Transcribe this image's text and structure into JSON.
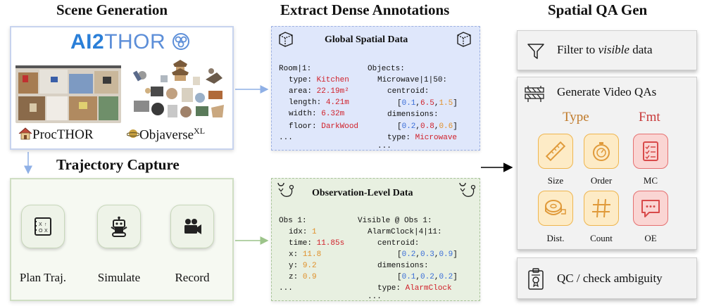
{
  "titles": {
    "scene_generation": "Scene Generation",
    "extract": "Extract Dense Annotations",
    "qa_gen": "Spatial QA Gen",
    "trajectory": "Trajectory Capture"
  },
  "scene": {
    "logo": "AI2THOR",
    "logo_part_a": "AI2",
    "logo_part_b": "THOR",
    "procthor_label": "ProcTHOR",
    "objaverse_label": "Objaverse",
    "objaverse_sup": "XL"
  },
  "trajectory": {
    "tiles": [
      {
        "label": "Plan Traj.",
        "icon": "plan-trajectory-icon"
      },
      {
        "label": "Simulate",
        "icon": "robot-icon"
      },
      {
        "label": "Record",
        "icon": "video-camera-icon"
      }
    ]
  },
  "global": {
    "title": "Global Spatial Data",
    "icon": "cube-icon",
    "room_header": "Room|1:",
    "room": [
      {
        "key": "type: ",
        "value": "Kitchen"
      },
      {
        "key": "area: ",
        "value": "22.19m²"
      },
      {
        "key": "length: ",
        "value": "4.21m"
      },
      {
        "key": "width: ",
        "value": "6.32m"
      },
      {
        "key": "floor: ",
        "value": "DarkWood"
      }
    ],
    "room_more": "...",
    "objects_header": "Objects:",
    "object_name": "Microwave|1|50:",
    "centroid_key": "centroid:",
    "centroid": [
      "0.1",
      "6.5",
      "1.5"
    ],
    "dimensions_key": "dimensions:",
    "dimensions": [
      "0.2",
      "0.8",
      "0.6"
    ],
    "type_key": "type: ",
    "type_value": "Microwave",
    "objects_more": "..."
  },
  "observation": {
    "title": "Observation-Level Data",
    "icon": "route-pin-icon",
    "obs_header": "Obs 1:",
    "fields": [
      {
        "key": "idx: ",
        "value": "1"
      },
      {
        "key": "time: ",
        "value": "11.85s"
      },
      {
        "key": "x: ",
        "value": "11.8"
      },
      {
        "key": "y: ",
        "value": "9.2"
      },
      {
        "key": "z: ",
        "value": "0.9"
      }
    ],
    "obs_more": "...",
    "visible_header": "Visible @ Obs 1:",
    "object_name": "AlarmClock|4|11:",
    "centroid_key": "centroid:",
    "centroid": [
      "0.2",
      "0.3",
      "0.9"
    ],
    "dimensions_key": "dimensions:",
    "dimensions": [
      "0.1",
      "0.2",
      "0.2"
    ],
    "type_key": "type: ",
    "type_value": "AlarmClock",
    "visible_more": "..."
  },
  "qa": {
    "filter_label_pre": "Filter to ",
    "filter_label_em": "visible",
    "filter_label_post": " data",
    "generate_label": "Generate Video QAs",
    "type_header": "Type",
    "fmt_header": "Fmt",
    "types": [
      {
        "label": "Size",
        "icon": "ruler-icon"
      },
      {
        "label": "Order",
        "icon": "stopwatch-icon"
      },
      {
        "label": "Dist.",
        "icon": "tape-measure-icon"
      },
      {
        "label": "Count",
        "icon": "hash-icon"
      }
    ],
    "formats": [
      {
        "label": "MC",
        "icon": "checklist-icon"
      },
      {
        "label": "OE",
        "icon": "chat-bubble-icon"
      }
    ],
    "qc_label": "QC / check ambiguity"
  },
  "colors": {
    "red": "#d0202a",
    "orange": "#e0902a",
    "blue": "#3a6ed8",
    "type_header": "#c07a2a",
    "fmt_header": "#c83a3a"
  }
}
